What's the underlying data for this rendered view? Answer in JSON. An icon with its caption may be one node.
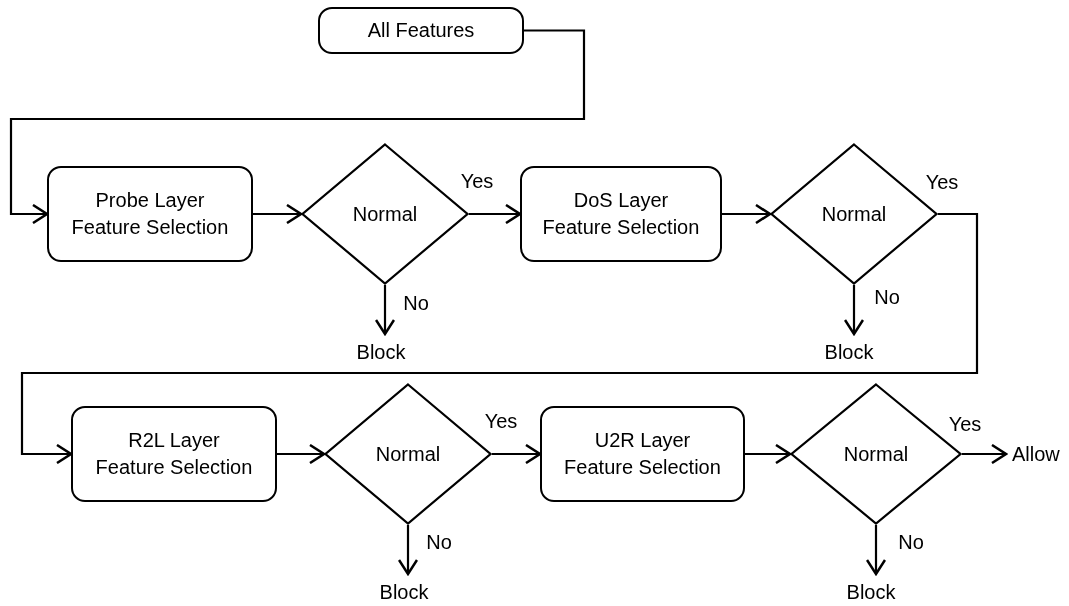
{
  "diagram": {
    "nodes": [
      {
        "text": [
          "All Features"
        ]
      },
      {
        "text": [
          "Probe Layer Feature Selection"
        ]
      },
      {
        "text": [
          "Normal"
        ]
      },
      {
        "text": [
          "Block"
        ]
      },
      {
        "text": [
          "DoS Layer Feature Selection"
        ]
      },
      {
        "text": [
          "Normal"
        ]
      },
      {
        "text": [
          "Block"
        ]
      },
      {
        "text": [
          "R2L Layer Feature Selection"
        ]
      },
      {
        "text": [
          "Normal"
        ]
      },
      {
        "text": [
          "Block"
        ]
      },
      {
        "text": [
          "U2R Layer Feature Selection"
        ]
      },
      {
        "text": [
          "Normal"
        ]
      },
      {
        "text": [
          "Block"
        ]
      },
      {
        "text": [
          "Allow"
        ]
      }
    ],
    "edges": [
      {
        "from": 0,
        "to": 1,
        "arrow": "to"
      },
      {
        "from": 1,
        "to": 2,
        "arrow": "to"
      },
      {
        "from": 2,
        "to": 4,
        "arrow": "to",
        "label": "Yes"
      },
      {
        "from": 2,
        "to": 3,
        "arrow": "to",
        "label": "No"
      },
      {
        "from": 4,
        "to": 5,
        "arrow": "to"
      },
      {
        "from": 5,
        "to": 7,
        "arrow": "to",
        "label": "Yes"
      },
      {
        "from": 5,
        "to": 6,
        "arrow": "to",
        "label": "No"
      },
      {
        "from": 7,
        "to": 8,
        "arrow": "to"
      },
      {
        "from": 8,
        "to": 10,
        "arrow": "to",
        "label": "Yes"
      },
      {
        "from": 8,
        "to": 9,
        "arrow": "to",
        "label": "No"
      },
      {
        "from": 10,
        "to": 11,
        "arrow": "to"
      },
      {
        "from": 11,
        "to": 13,
        "arrow": "to",
        "label": "Yes"
      },
      {
        "from": 11,
        "to": 12,
        "arrow": "to",
        "label": "No"
      }
    ]
  }
}
